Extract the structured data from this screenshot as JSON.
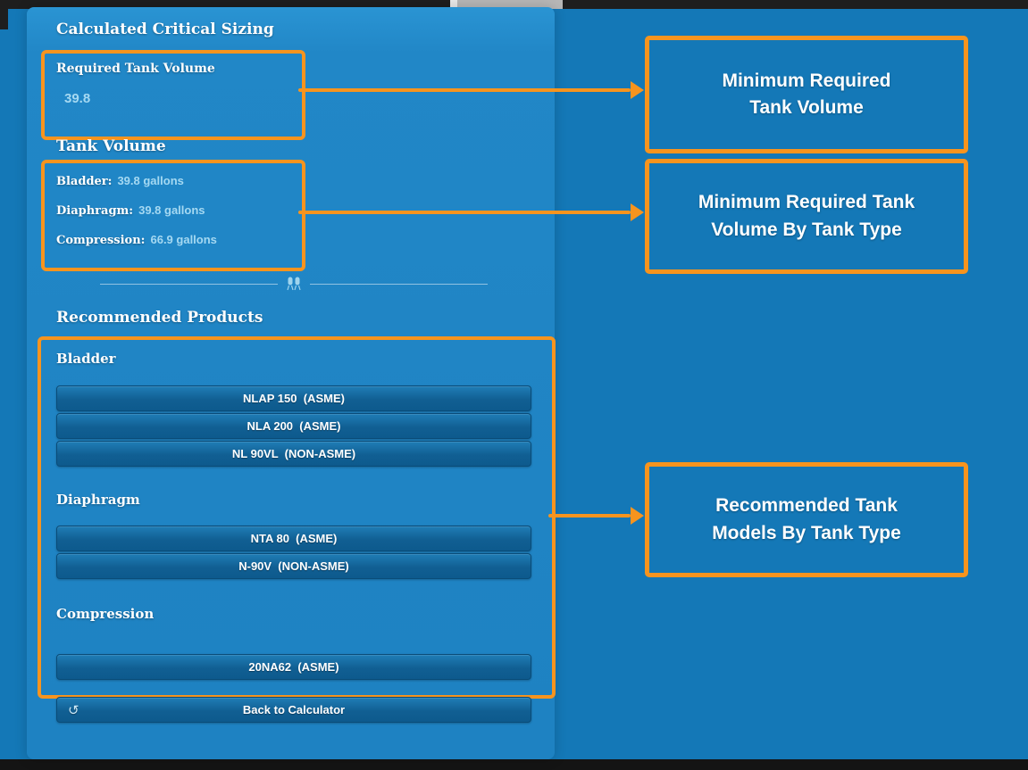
{
  "colors": {
    "background": "#1478b7",
    "panel": "#1e82c2",
    "accent_orange": "#f7941e",
    "button_blue": "#0d5a8d",
    "value_blue": "#a5d9f2",
    "text_white": "#ffffff"
  },
  "sizing": {
    "title": "Calculated Critical Sizing",
    "required_volume_label": "Required Tank Volume",
    "required_volume_value": "39.8",
    "tank_volume_title": "Tank Volume",
    "volumes": [
      {
        "label": "Bladder:",
        "value": "39.8 gallons"
      },
      {
        "label": "Diaphragm:",
        "value": "39.8 gallons"
      },
      {
        "label": "Compression:",
        "value": "66.9 gallons"
      }
    ]
  },
  "products": {
    "title": "Recommended Products",
    "groups": [
      {
        "name": "Bladder",
        "items": [
          "NLAP 150  (ASME)",
          "NLA 200  (ASME)",
          "NL 90VL  (NON-ASME)"
        ]
      },
      {
        "name": "Diaphragm",
        "items": [
          "NTA 80  (ASME)",
          "N-90V  (NON-ASME)"
        ]
      },
      {
        "name": "Compression",
        "items": [
          "20NA62  (ASME)"
        ]
      }
    ]
  },
  "back_button": {
    "icon": "↺",
    "label": "Back to Calculator"
  },
  "annotations": [
    {
      "line1": "Minimum Required",
      "line2": "Tank Volume"
    },
    {
      "line1": "Minimum Required Tank",
      "line2": "Volume By Tank Type"
    },
    {
      "line1": "Recommended Tank",
      "line2": "Models By Tank Type"
    }
  ]
}
